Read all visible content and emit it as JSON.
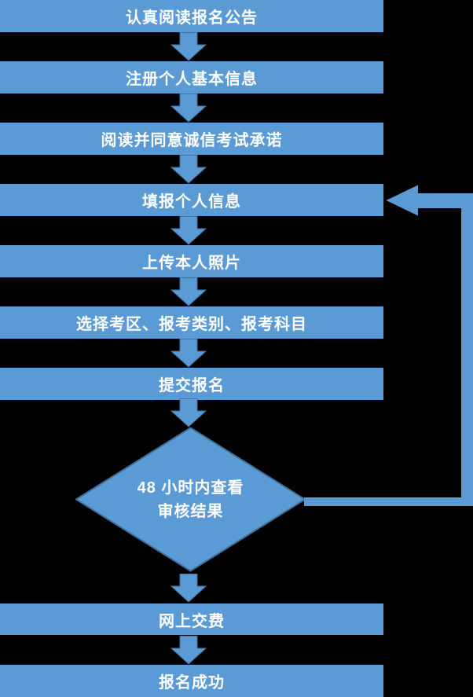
{
  "colors": {
    "background": "#000000",
    "shape_fill": "#5B9BD5",
    "shape_border": "#41719C",
    "text": "#FFFFFF"
  },
  "flow": {
    "steps": [
      {
        "label": "认真阅读报名公告"
      },
      {
        "label": "注册个人基本信息"
      },
      {
        "label": "阅读并同意诚信考试承诺"
      },
      {
        "label": "填报个人信息"
      },
      {
        "label": "上传本人照片"
      },
      {
        "label": "选择考区、报考类别、报考科目"
      },
      {
        "label": "提交报名"
      },
      {
        "label": "网上交费"
      },
      {
        "label": "报名成功"
      }
    ],
    "decision": {
      "line1": "48 小时内查看",
      "line2": "审核结果"
    }
  }
}
